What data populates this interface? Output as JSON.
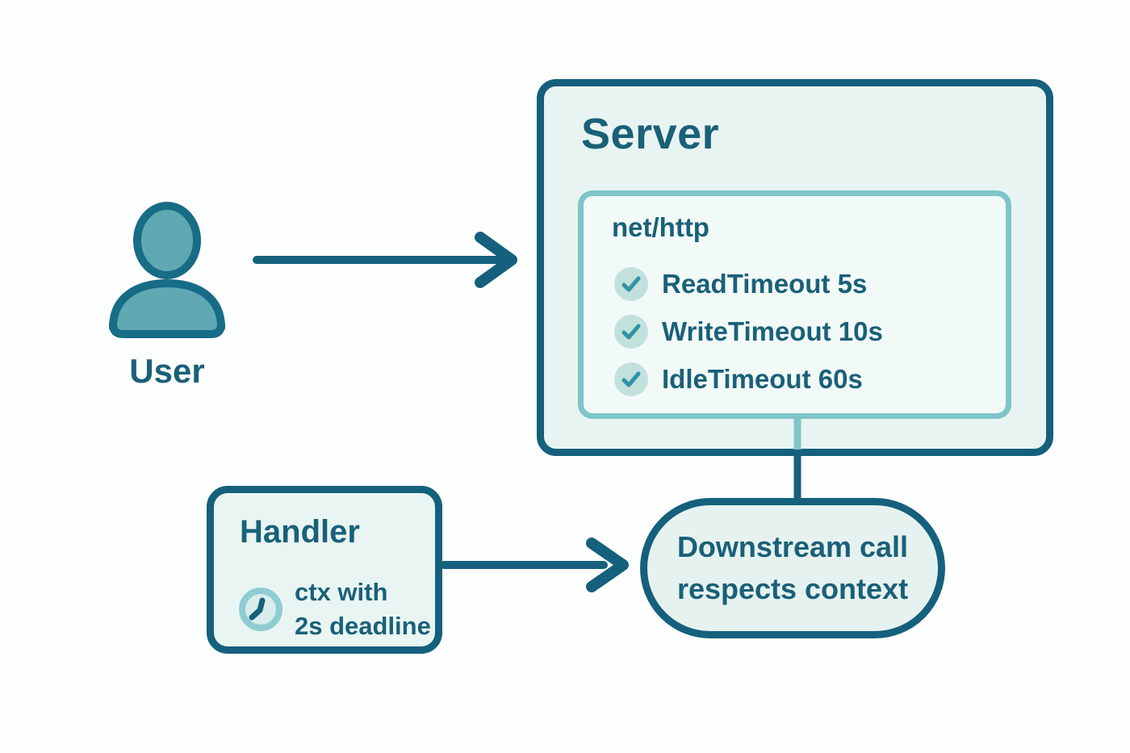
{
  "diagram": {
    "user": {
      "label": "User"
    },
    "server": {
      "title": "Server",
      "net_http": {
        "title": "net/http",
        "items": [
          {
            "label": "ReadTimeout 5s"
          },
          {
            "label": "WriteTimeout 10s"
          },
          {
            "label": "IdleTimeout 60s"
          }
        ]
      }
    },
    "handler": {
      "title": "Handler",
      "note_line1": "ctx with",
      "note_line2": "2s deadline"
    },
    "downstream": {
      "line1": "Downstream call",
      "line2": "respects context"
    },
    "colors": {
      "stroke_dark": "#15607c",
      "stroke_light": "#7ec5c9",
      "text_dark_teal": "#1a6078",
      "server_fill": "#e8f4f1",
      "inner_fill": "#f2faf8",
      "handler_fill": "#e9f5f3",
      "pill_fill": "#e6f2f0",
      "check_circle_bg": "#c2e1dd",
      "check_mark": "#2f93a6",
      "user_icon_fill": "#60a8b2",
      "clock_ring": "#8fcdd2",
      "clock_face": "#d8edec",
      "page_background": "#fdfefe"
    }
  }
}
